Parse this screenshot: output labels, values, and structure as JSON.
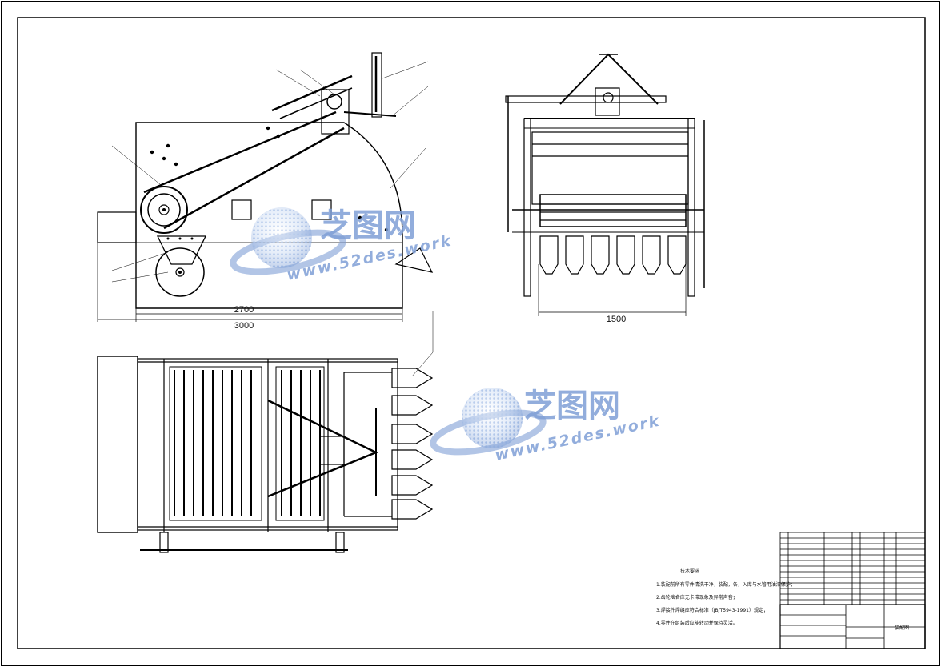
{
  "drawing": {
    "dimensions": {
      "front_inner": "2700",
      "front_outer": "3000",
      "side_width": "1500"
    },
    "watermark": {
      "brand_cn": "芝图网",
      "url": "www.52des.work"
    },
    "notes": {
      "title": "技术要求",
      "items": [
        "1.装配前所有零件清洗干净，装配，各，入库与水管用油漆保护；",
        "2.齿轮啮合应无卡滞现象及异常声音；",
        "3.焊接件焊缝应符合标准（JB/T5943-1991）规定；",
        "4.零件在组装后应能转动并保持灵活。"
      ]
    },
    "title_block": {
      "drawing_name": "装配图"
    }
  }
}
